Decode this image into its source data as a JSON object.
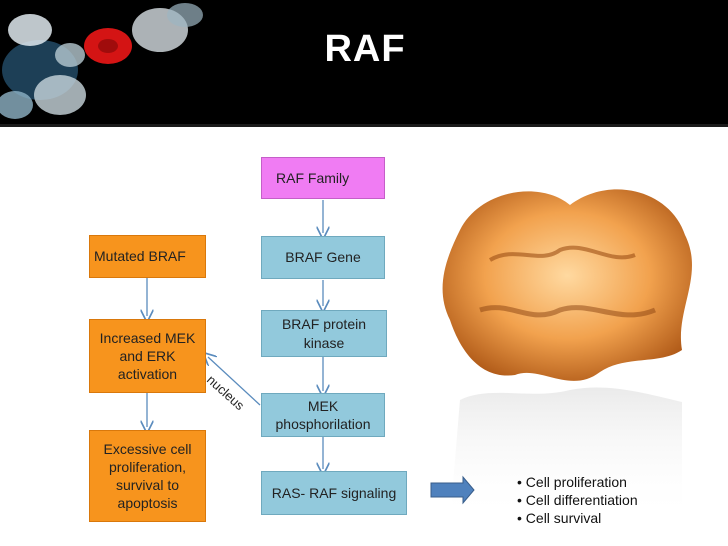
{
  "title": "RAF",
  "flow": {
    "raf_family": "RAF Family",
    "braf_gene": "BRAF Gene",
    "braf_protein_kinase": "BRAF protein kinase",
    "mek_phosphorilation": "MEK phosphorilation",
    "ras_raf_signaling": "RAS- RAF signaling"
  },
  "left": {
    "mutated_braf": "Mutated BRAF",
    "increased_mek_erk": "Increased MEK and ERK activation",
    "excessive_proliferation": "Excessive cell proliferation, survival to apoptosis"
  },
  "edge_label": "nucleus",
  "outcomes": [
    "Cell proliferation",
    "Cell differentiation",
    "Cell survival"
  ],
  "colors": {
    "blue": "#92c9dc",
    "pink": "#f07cf3",
    "orange": "#f7941d",
    "arrow_blue": "#4f81bd",
    "header": "#000000"
  }
}
